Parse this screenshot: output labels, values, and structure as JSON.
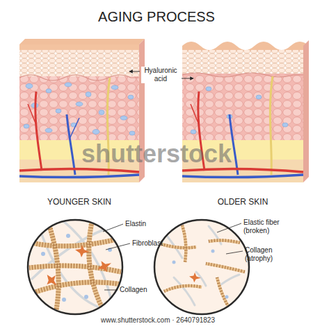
{
  "diagram": {
    "title": "AGING PROCESS",
    "labels": [
      "Hyaluronic acid",
      "YOUNGER SKIN",
      "OLDER SKIN",
      "Elastin",
      "Fibroblast",
      "Collagen",
      "Elastic fiber (broken)",
      "Collagen (atrophy)",
      "shutterstock",
      "www.shutterstock.com · 2640791823"
    ]
  }
}
